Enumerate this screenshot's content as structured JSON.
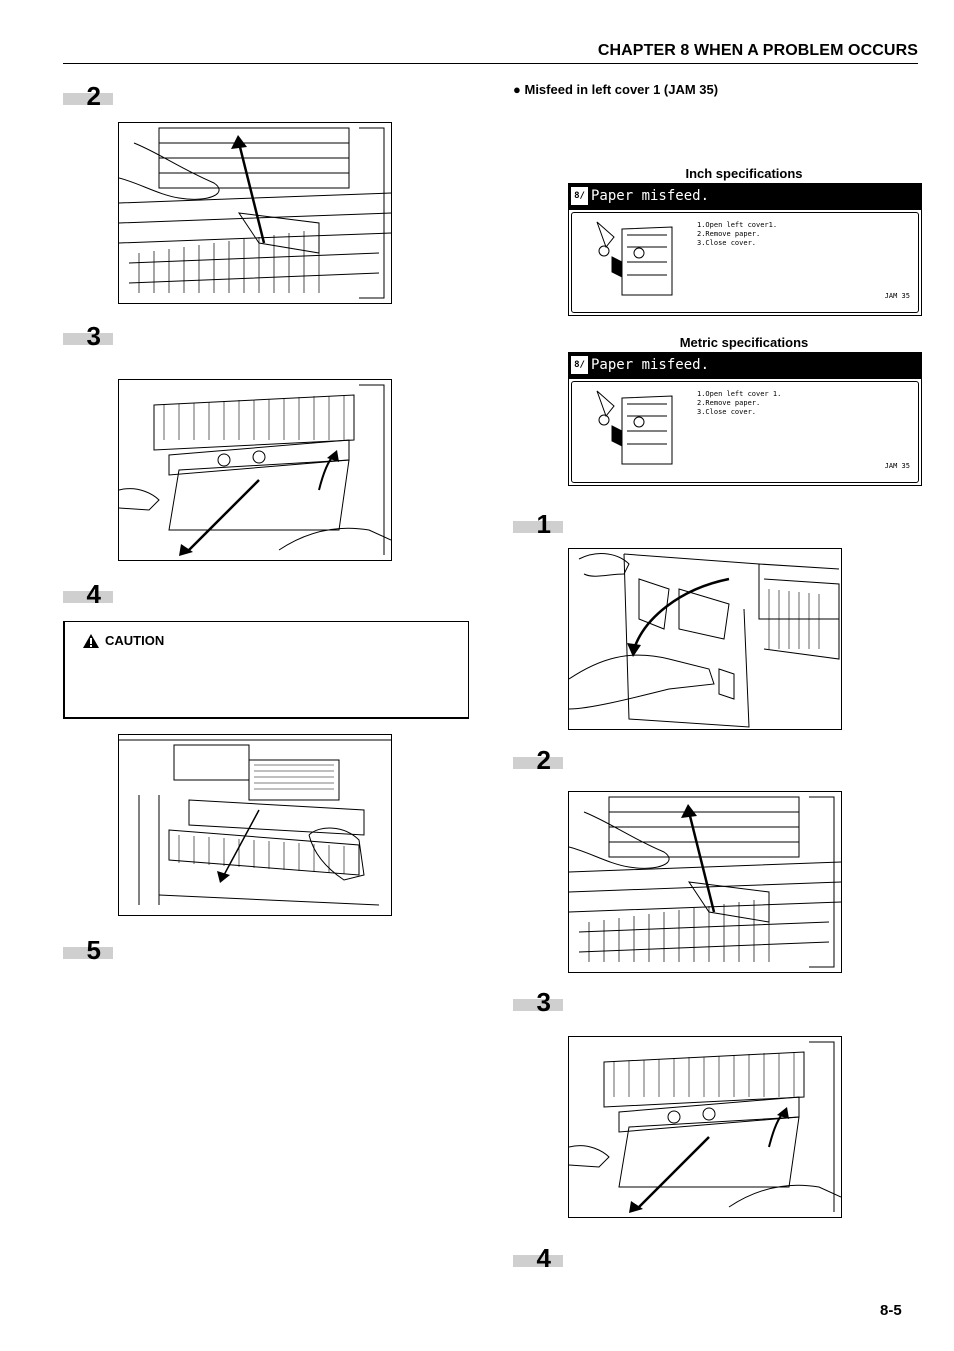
{
  "header": {
    "title": "CHAPTER 8  WHEN A PROBLEM OCCURS"
  },
  "left_column": {
    "steps": [
      "2",
      "3",
      "4",
      "5"
    ],
    "caution_label": "CAUTION"
  },
  "right_column": {
    "section_title": "Misfeed in left cover 1 (JAM 35)",
    "inch_caption": "Inch specifications",
    "metric_caption": "Metric specifications",
    "steps": [
      "1",
      "2",
      "3",
      "4"
    ]
  },
  "panels": {
    "inch": {
      "title": "Paper misfeed.",
      "instructions": "1.Open left cover1.\n2.Remove paper.\n3.Close cover.",
      "code": "JAM 35"
    },
    "metric": {
      "title": "Paper misfeed.",
      "instructions": "1.Open left cover 1.\n2.Remove paper.\n3.Close cover.",
      "code": "JAM 35"
    }
  },
  "footer": {
    "page_number": "8-5"
  }
}
